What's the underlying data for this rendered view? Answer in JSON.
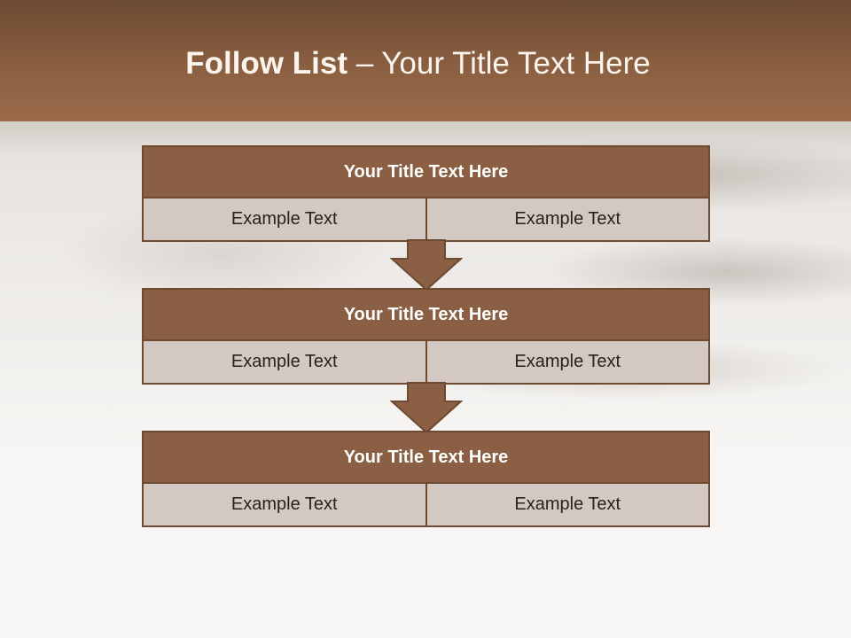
{
  "slide": {
    "title_bold": "Follow List",
    "title_rest": " – Your Title Text Here"
  },
  "blocks": [
    {
      "title": "Your Title Text Here",
      "left": "Example Text",
      "right": "Example Text"
    },
    {
      "title": "Your Title Text Here",
      "left": "Example Text",
      "right": "Example Text"
    },
    {
      "title": "Your Title Text Here",
      "left": "Example Text",
      "right": "Example Text"
    }
  ],
  "colors": {
    "header": "#8b5f41",
    "block_title": "#8a5f43",
    "block_border": "#6e4a30",
    "cell_bg": "#d4c8c2"
  }
}
